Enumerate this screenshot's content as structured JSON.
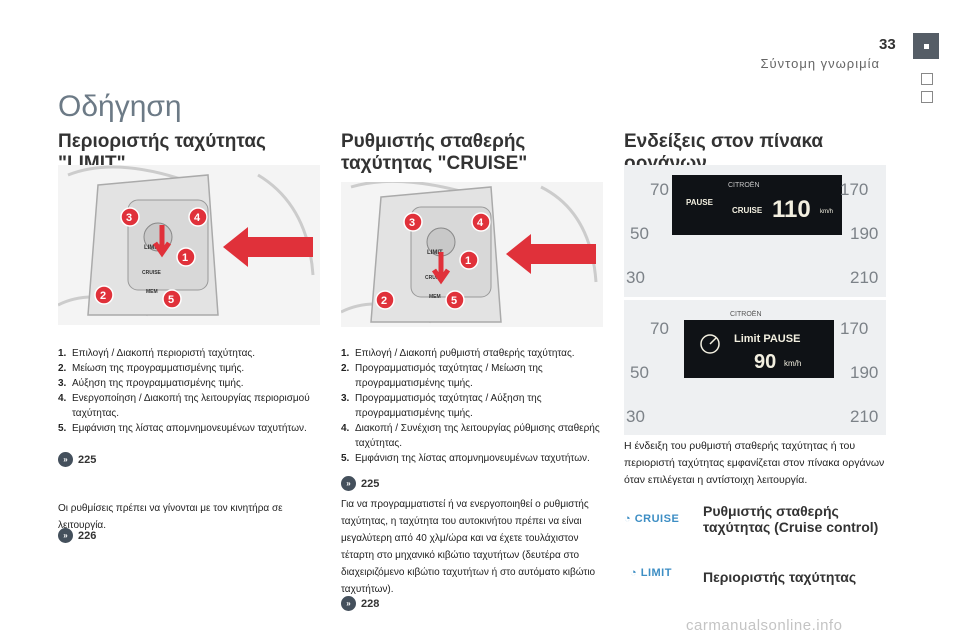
{
  "header": {
    "page_number": "33",
    "page_subtitle": "Σύντομη γνωριμία"
  },
  "chapter_title": "Οδήγηση",
  "col1": {
    "title": "Περιοριστής ταχύτητας \"LIMIT\"",
    "items": [
      {
        "num": "1.",
        "text": "Επιλογή / Διακοπή περιοριστή ταχύτητας."
      },
      {
        "num": "2.",
        "text": "Μείωση της προγραμματισμένης τιμής."
      },
      {
        "num": "3.",
        "text": "Αύξηση της προγραμματισμένης τιμής."
      },
      {
        "num": "4.",
        "text": "Ενεργοποίηση / Διακοπή της λειτουργίας περιορισμού ταχύτητας."
      },
      {
        "num": "5.",
        "text": "Εμφάνιση της λίστας απομνημονευμένων ταχυτήτων."
      }
    ],
    "ref1": "225",
    "note": "Οι ρυθμίσεις πρέπει να γίνονται με τον κινητήρα σε λειτουργία.",
    "ref2": "226"
  },
  "col2": {
    "title_line1": "Ρυθμιστής σταθερής",
    "title_line2": "ταχύτητας \"CRUISE\"",
    "items": [
      {
        "num": "1.",
        "text": "Επιλογή / Διακοπή ρυθμιστή σταθερής ταχύτητας."
      },
      {
        "num": "2.",
        "text": "Προγραμματισμός ταχύτητας / Μείωση της προγραμματισμένης τιμής."
      },
      {
        "num": "3.",
        "text": "Προγραμματισμός ταχύτητας / Αύξηση της προγραμματισμένης τιμής."
      },
      {
        "num": "4.",
        "text": "Διακοπή / Συνέχιση της λειτουργίας ρύθμισης σταθερής ταχύτητας."
      },
      {
        "num": "5.",
        "text": "Εμφάνιση της λίστας απομνημονευμένων ταχυτήτων."
      }
    ],
    "ref1": "225",
    "note": "Για να προγραμματιστεί ή να ενεργοποιηθεί ο ρυθμιστής ταχύτητας, η ταχύτητα του αυτοκινήτου πρέπει να είναι μεγαλύτερη από 40 χλμ/ώρα και να έχετε τουλάχιστον τέταρτη στο μηχανικό κιβώτιο ταχυτήτων (δευτέρα στο διαχειριζόμενο κιβώτιο ταχυτήτων ή στο αυτόματο κιβώτιο ταχυτήτων).",
    "ref2": "228"
  },
  "col3": {
    "title": "Ενδείξεις στον πίνακα οργάνων",
    "dash1": {
      "brand": "CITROËN",
      "status": "PAUSE",
      "mode": "CRUISE",
      "speed": "110",
      "unit": "km/h"
    },
    "dash2": {
      "brand": "CITROËN",
      "status": "Limit PAUSE",
      "speed": "90",
      "unit": "km/h"
    },
    "gauge_numbers_left": [
      "70",
      "50",
      "30"
    ],
    "gauge_numbers_right": [
      "170",
      "190",
      "210"
    ],
    "desc": "Η ένδειξη του ρυθμιστή σταθερής ταχύτητας ή του περιοριστή ταχύτητας εμφανίζεται στον πίνακα οργάνων όταν επιλέγεται η αντίστοιχη λειτουργία.",
    "cruise_icon_label": "CRUISE",
    "cruise_caption": "Ρυθμιστής σταθερής ταχύτητας (Cruise control)",
    "limit_icon_label": "LIMIT",
    "limit_caption": "Περιοριστής ταχύτητας"
  },
  "illustration_labels": {
    "btn_limit": "LIMIT",
    "btn_cruise": "CRUISE",
    "btn_mem": "MEM",
    "callouts": [
      "1",
      "2",
      "3",
      "4",
      "5"
    ]
  },
  "watermark": "carmanualsonline.info",
  "colors": {
    "callout_red": "#e0313a",
    "title_grey": "#6c7a86",
    "display_amber": "#f2efe0",
    "icon_blue": "#3d8ec4"
  }
}
